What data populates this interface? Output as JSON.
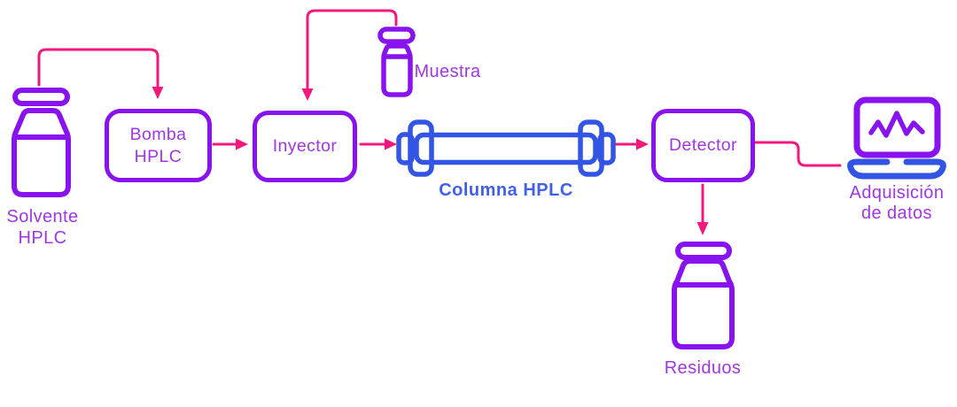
{
  "colors": {
    "purple": "#8812F0",
    "purple_text": "#A136E6",
    "pink": "#F2187C",
    "blue": "#3355E6",
    "blue_text": "#4160EA",
    "background": "#FFFFFF"
  },
  "diagram": {
    "subject": "HPLC system flow diagram",
    "nodes": {
      "solvent": {
        "label": "Solvente\nHPLC",
        "icon": "bottle"
      },
      "pump": {
        "label": "Bomba\nHPLC",
        "icon": "rounded-box"
      },
      "sample": {
        "label": "Muestra",
        "icon": "vial"
      },
      "injector": {
        "label": "Inyector",
        "icon": "rounded-box"
      },
      "column": {
        "label": "Columna HPLC",
        "icon": "hplc-column"
      },
      "detector": {
        "label": "Detector",
        "icon": "rounded-box"
      },
      "acquisition": {
        "label": "Adquisición\nde datos",
        "icon": "laptop"
      },
      "waste": {
        "label": "Residuos",
        "icon": "bottle"
      }
    },
    "connections": [
      {
        "from": "solvent",
        "to": "pump",
        "arrowhead": true
      },
      {
        "from": "pump",
        "to": "injector",
        "arrowhead": true
      },
      {
        "from": "sample",
        "to": "injector",
        "arrowhead": true
      },
      {
        "from": "injector",
        "to": "column",
        "arrowhead": true
      },
      {
        "from": "column",
        "to": "detector",
        "arrowhead": true
      },
      {
        "from": "detector",
        "to": "acquisition",
        "arrowhead": false
      },
      {
        "from": "detector",
        "to": "waste",
        "arrowhead": true
      }
    ]
  }
}
